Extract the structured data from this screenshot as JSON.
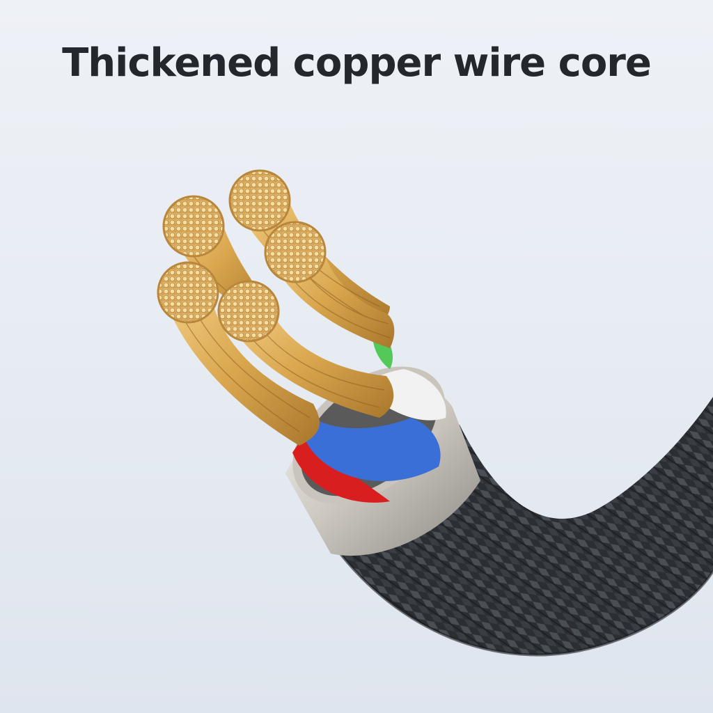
{
  "headline": "Thickened copper wire core",
  "illustration": {
    "subject": "braided-cable-cutaway",
    "strand_count": 5,
    "insulation_colors": [
      "#d81e1e",
      "#3b6fd8",
      "#f2f2f2",
      "#53c95a"
    ],
    "copper_color": "#d9a64e",
    "braid_color": "#2b2e33",
    "ferrule_color": "#d4d1cb"
  }
}
